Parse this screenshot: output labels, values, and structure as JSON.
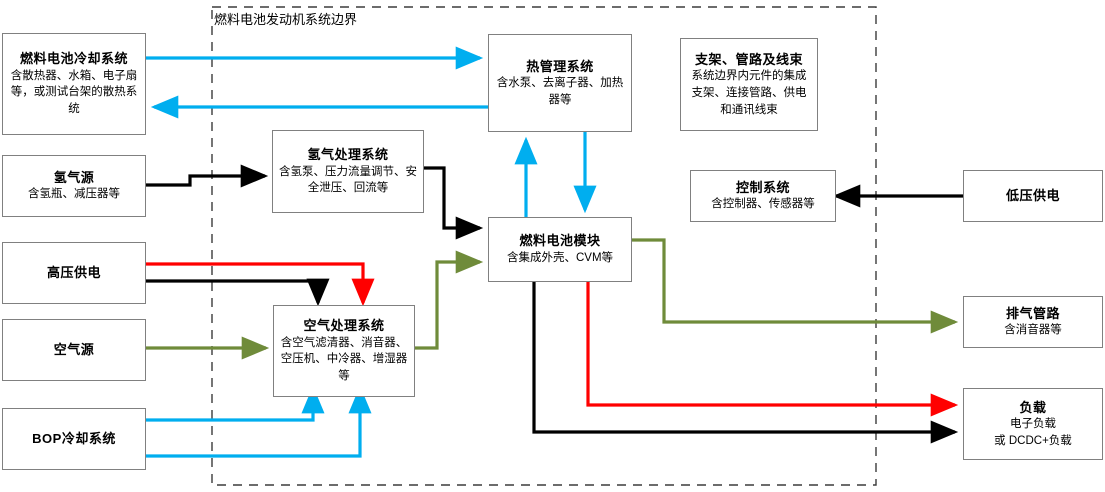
{
  "diagram": {
    "boundary_label": "燃料电池发动机系统边界",
    "boundary_color": "#3b3b3b"
  },
  "colors": {
    "blue": "#00aeef",
    "black": "#000000",
    "red": "#ff0000",
    "green": "#6f8b3a",
    "box_border": "#808080"
  },
  "boxes": [
    {
      "id": "fc-cooling-system",
      "title": "燃料电池冷却系统",
      "subtitle": "含散热器、水箱、电子扇等，或测试台架的散热系统"
    },
    {
      "id": "hydrogen-source",
      "title": "氢气源",
      "subtitle": "含氢瓶、减压器等"
    },
    {
      "id": "hv-power-supply",
      "title": "高压供电",
      "subtitle": ""
    },
    {
      "id": "air-source",
      "title": "空气源",
      "subtitle": ""
    },
    {
      "id": "bop-cooling-system",
      "title": "BOP冷却系统",
      "subtitle": ""
    },
    {
      "id": "hydrogen-processing-system",
      "title": "氢气处理系统",
      "subtitle": "含氢泵、压力流量调节、安全泄压、回流等"
    },
    {
      "id": "air-processing-system",
      "title": "空气处理系统",
      "subtitle": "含空气滤清器、消音器、空压机、中冷器、增湿器等"
    },
    {
      "id": "thermal-management-system",
      "title": "热管理系统",
      "subtitle": "含水泵、去离子器、加热器等"
    },
    {
      "id": "fuel-cell-module",
      "title": "燃料电池模块",
      "subtitle": "含集成外壳、CVM等"
    },
    {
      "id": "bracket-pipe-harness",
      "title": "支架、管路及线束",
      "subtitle": "系统边界内元件的集成支架、连接管路、供电和通讯线束"
    },
    {
      "id": "control-system",
      "title": "控制系统",
      "subtitle": "含控制器、传感器等"
    },
    {
      "id": "lv-power-supply",
      "title": "低压供电",
      "subtitle": ""
    },
    {
      "id": "exhaust-pipeline",
      "title": "排气管路",
      "subtitle": "含消音器等"
    },
    {
      "id": "load",
      "title": "负载",
      "subtitle": "电子负载\n或 DCDC+负载"
    }
  ],
  "load_lines": [
    "电子负载",
    "或  DCDC+负载"
  ],
  "connections": [
    {
      "name": "cooling-to-thermal-supply",
      "color": "blue"
    },
    {
      "name": "thermal-to-cooling-return",
      "color": "blue"
    },
    {
      "name": "hydrogen-source-to-processing",
      "color": "black"
    },
    {
      "name": "hydrogen-processing-to-module",
      "color": "black"
    },
    {
      "name": "thermal-to-module-down",
      "color": "blue"
    },
    {
      "name": "module-to-thermal-up",
      "color": "blue"
    },
    {
      "name": "hv-power-to-air-processing-red",
      "color": "red"
    },
    {
      "name": "hv-power-to-air-processing-blk",
      "color": "black"
    },
    {
      "name": "air-source-to-air-processing",
      "color": "green"
    },
    {
      "name": "air-processing-to-module",
      "color": "green"
    },
    {
      "name": "bop-cooling-to-air-processing-1",
      "color": "blue"
    },
    {
      "name": "bop-cooling-to-air-processing-2",
      "color": "blue"
    },
    {
      "name": "module-to-exhaust",
      "color": "green"
    },
    {
      "name": "module-to-load-red",
      "color": "red"
    },
    {
      "name": "module-to-load-black",
      "color": "black"
    },
    {
      "name": "lv-power-to-control",
      "color": "black"
    }
  ]
}
